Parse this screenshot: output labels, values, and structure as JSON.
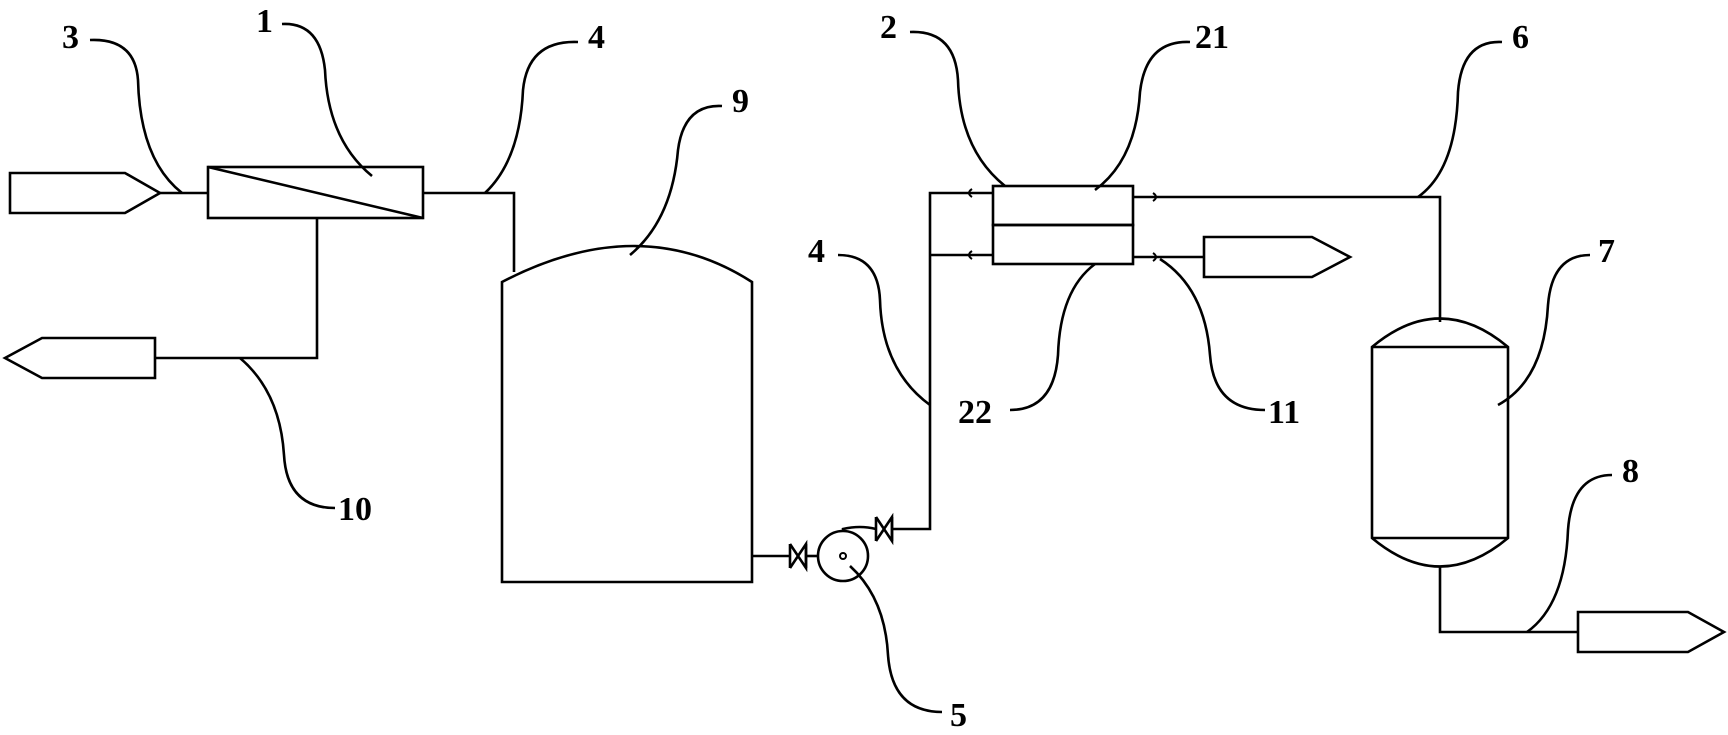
{
  "labels": {
    "l1": "1",
    "l2": "2",
    "l3": "3",
    "l4a": "4",
    "l4b": "4",
    "l5": "5",
    "l6": "6",
    "l7": "7",
    "l8": "8",
    "l9": "9",
    "l10": "10",
    "l11": "11",
    "l21": "21",
    "l22": "22"
  }
}
